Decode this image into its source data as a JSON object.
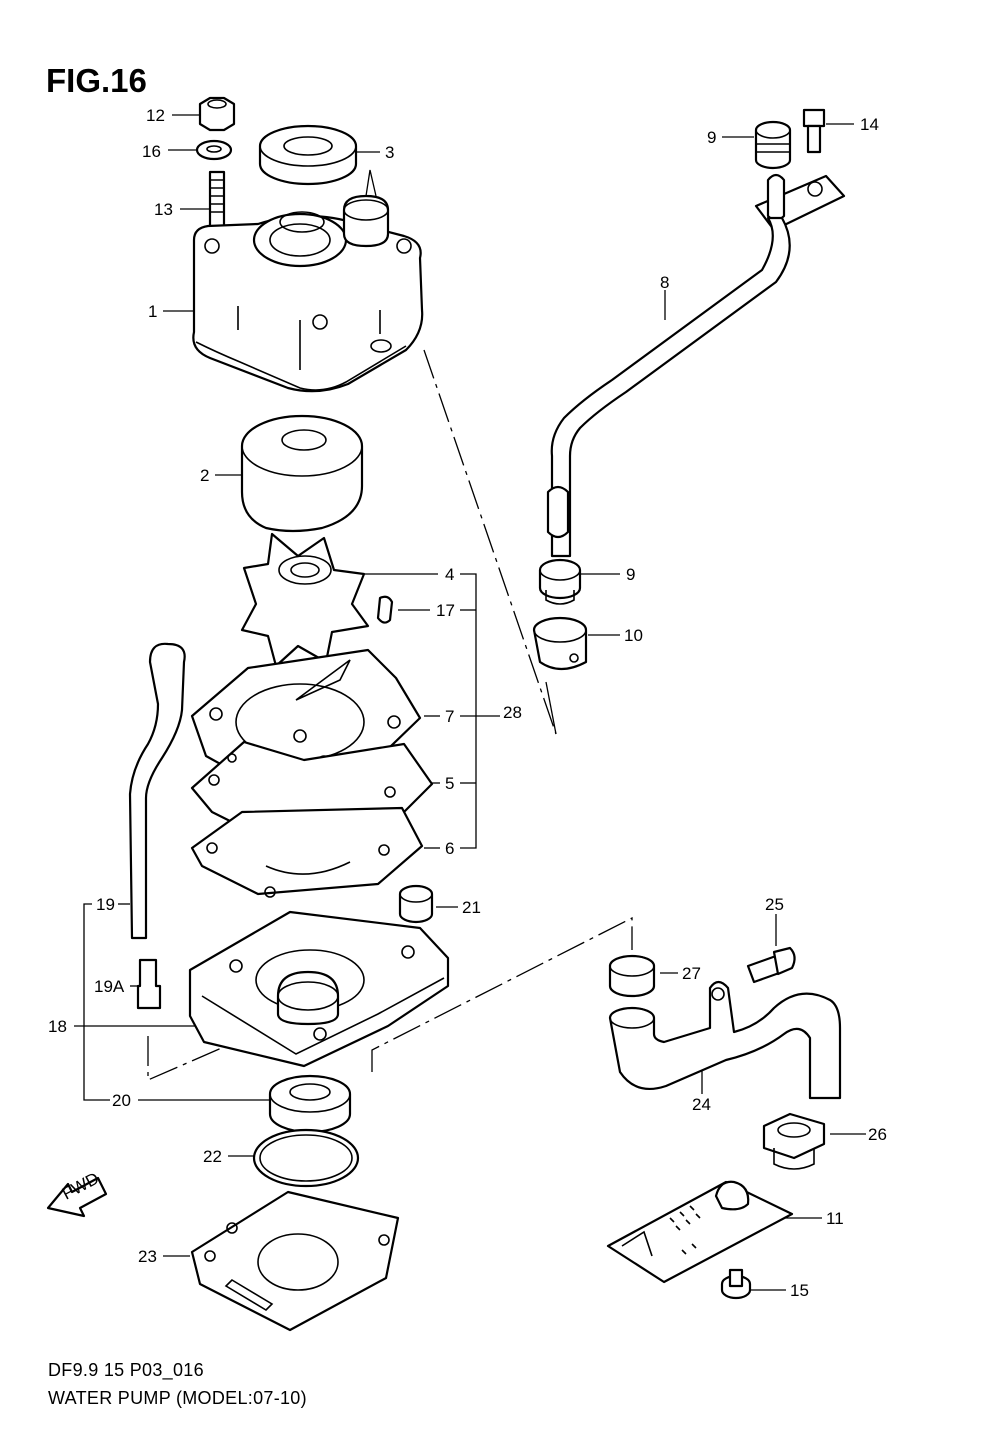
{
  "figure": {
    "title": "FIG.16",
    "code": "DF9.9 15 P03_016",
    "name": "WATER PUMP (MODEL:07-10)"
  },
  "fwd_label": "FWD",
  "callouts": {
    "c1": "1",
    "c2": "2",
    "c3": "3",
    "c4": "4",
    "c5": "5",
    "c6": "6",
    "c7": "7",
    "c8": "8",
    "c9a": "9",
    "c9b": "9",
    "c10": "10",
    "c11": "11",
    "c12": "12",
    "c13": "13",
    "c14": "14",
    "c15": "15",
    "c16": "16",
    "c17": "17",
    "c18": "18",
    "c19": "19",
    "c19a": "19A",
    "c20": "20",
    "c21": "21",
    "c22": "22",
    "c23": "23",
    "c24": "24",
    "c25": "25",
    "c26": "26",
    "c27": "27",
    "c28": "28"
  }
}
